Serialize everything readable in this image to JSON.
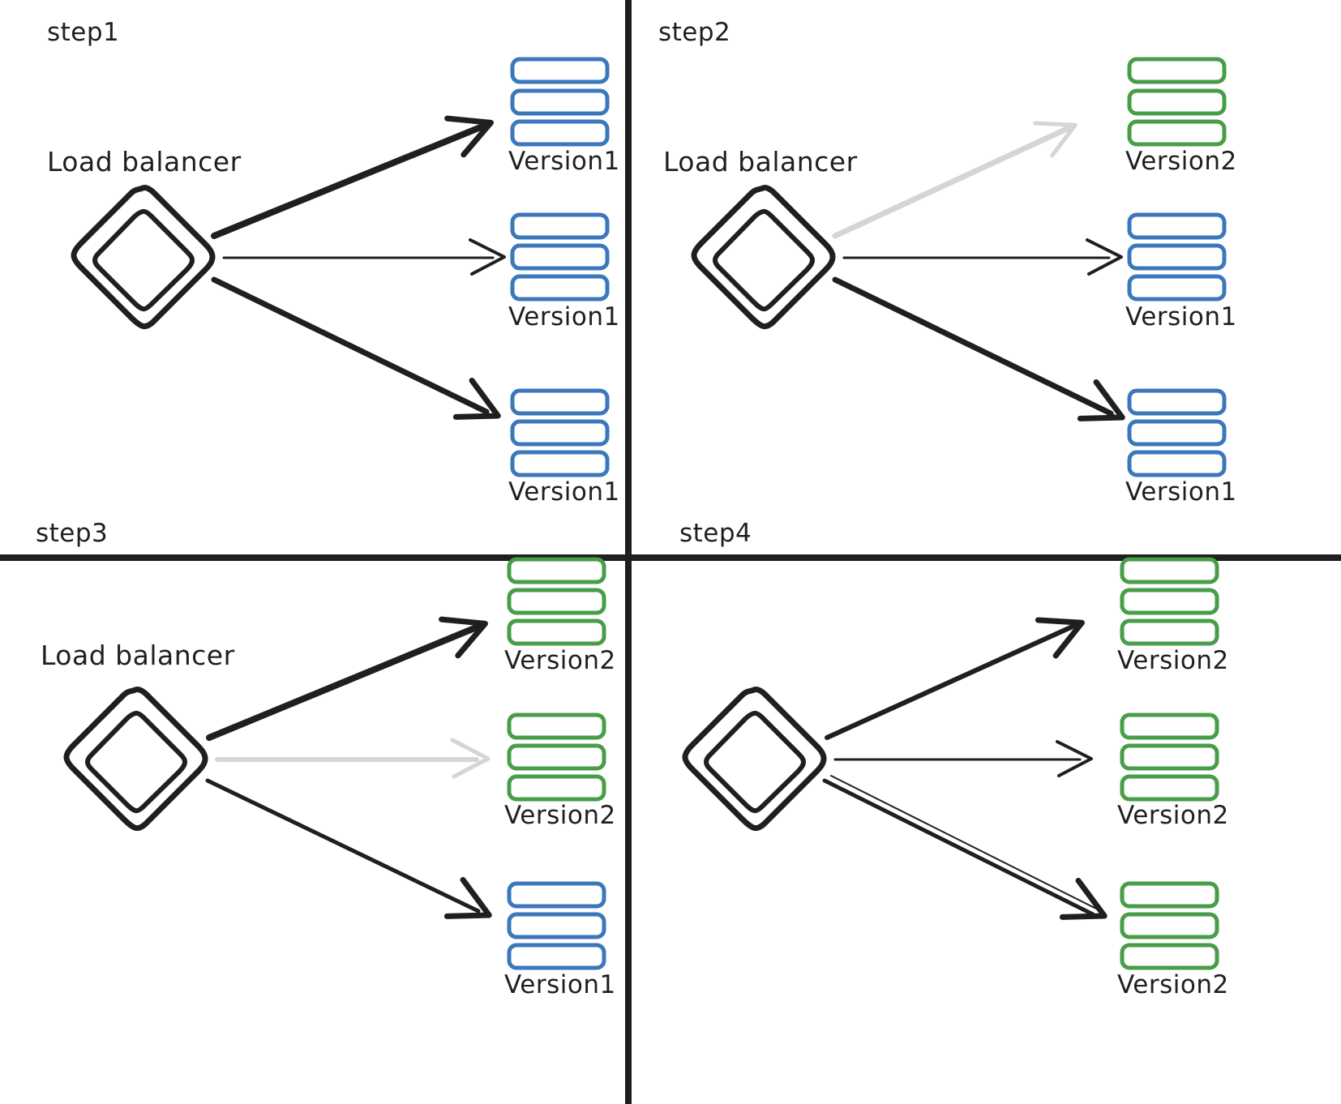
{
  "diagram": {
    "title_present": false,
    "colors": {
      "blue": "#3b77bc",
      "green": "#479d48",
      "ink": "#1f1f1f",
      "gray_arrow": "#d5d5d5",
      "background": "#ffffff"
    },
    "panels": [
      {
        "id": "step1",
        "label": "step1",
        "load_balancer_label": "Load balancer",
        "lb_icon": "double-diamond-icon",
        "targets": [
          {
            "label": "Version1",
            "color": "blue",
            "arrow": "thick-black",
            "rows": 3
          },
          {
            "label": "Version1",
            "color": "blue",
            "arrow": "thin-black",
            "rows": 3
          },
          {
            "label": "Version1",
            "color": "blue",
            "arrow": "thick-black",
            "rows": 3
          }
        ]
      },
      {
        "id": "step2",
        "label": "step2",
        "load_balancer_label": "Load balancer",
        "lb_icon": "double-diamond-icon",
        "targets": [
          {
            "label": "Version2",
            "color": "green",
            "arrow": "gray-inactive",
            "rows": 3
          },
          {
            "label": "Version1",
            "color": "blue",
            "arrow": "thin-black",
            "rows": 3
          },
          {
            "label": "Version1",
            "color": "blue",
            "arrow": "thick-black",
            "rows": 3
          }
        ]
      },
      {
        "id": "step3",
        "label": "step3",
        "load_balancer_label": "Load balancer",
        "lb_icon": "double-diamond-icon",
        "targets": [
          {
            "label": "Version2",
            "color": "green",
            "arrow": "thick-black",
            "rows": 3
          },
          {
            "label": "Version2",
            "color": "green",
            "arrow": "gray-inactive",
            "rows": 3
          },
          {
            "label": "Version1",
            "color": "blue",
            "arrow": "thin-black",
            "rows": 3
          }
        ]
      },
      {
        "id": "step4",
        "label": "step4",
        "load_balancer_label": "",
        "lb_icon": "double-diamond-icon",
        "targets": [
          {
            "label": "Version2",
            "color": "green",
            "arrow": "thick-black",
            "rows": 3
          },
          {
            "label": "Version2",
            "color": "green",
            "arrow": "thin-black",
            "rows": 3
          },
          {
            "label": "Version2",
            "color": "green",
            "arrow": "thick-black",
            "rows": 3
          }
        ]
      }
    ]
  }
}
